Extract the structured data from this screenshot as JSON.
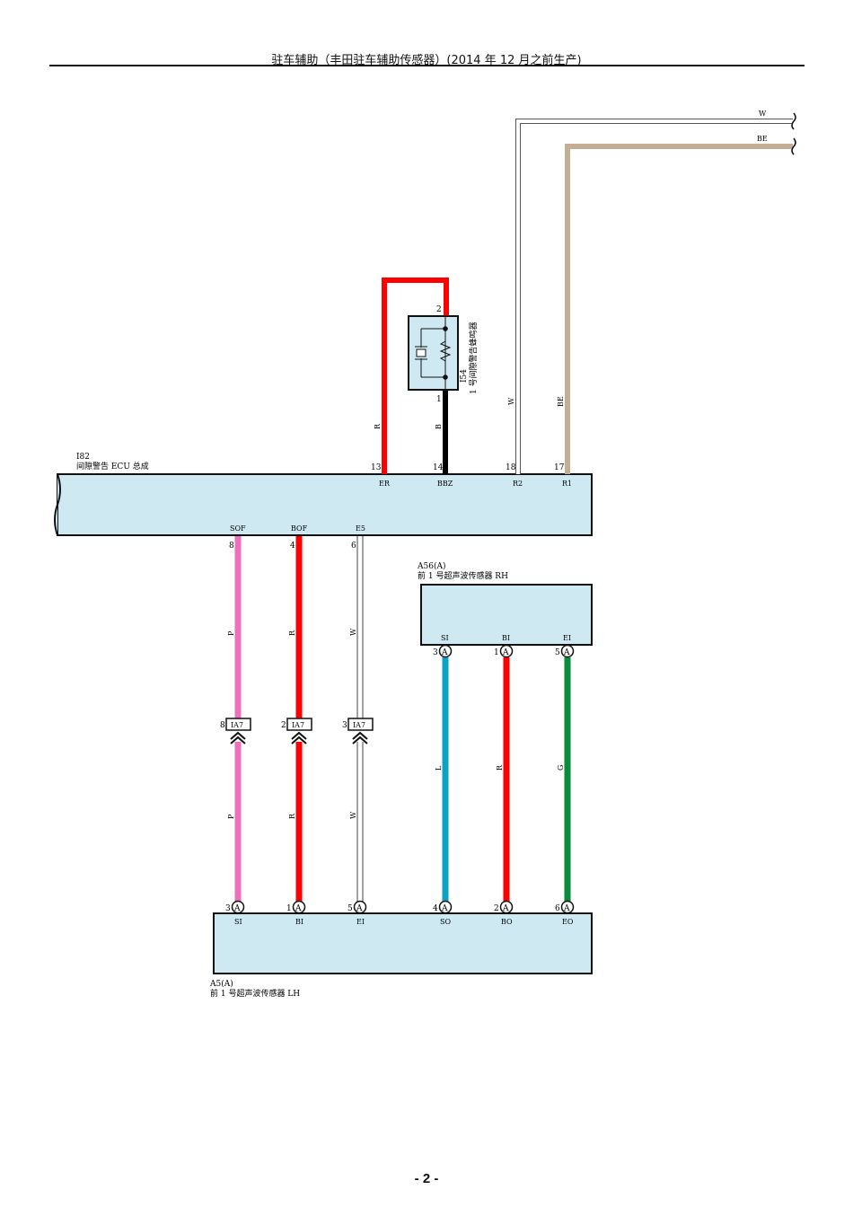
{
  "header": {
    "title": "驻车辅助（丰田驻车辅助传感器）(2014 年 12 月之前生产)"
  },
  "footer": {
    "page": "- 2 -"
  },
  "colors": {
    "R": "#ff0000",
    "B": "#000000",
    "W": "#ffffff",
    "BE": "#c4ae93",
    "P": "#ee6fbd",
    "L": "#0ea1c6",
    "G": "#0a8a3a",
    "box": "#cfe9f2"
  },
  "components": {
    "ecu": {
      "id": "I82",
      "name": "间隙警告 ECU 总成"
    },
    "buzzer": {
      "id": "I54",
      "name": "1 号间隙警告蜂鸣器",
      "pin_top": "2",
      "pin_bottom": "1"
    },
    "sensor_rh": {
      "id": "A56(A)",
      "name": "前 1 号超声波传感器 RH"
    },
    "sensor_lh": {
      "id": "A5(A)",
      "name": "前 1 号超声波传感器 LH"
    },
    "connector": {
      "id": "IA7"
    }
  },
  "ecu_top_pins": [
    {
      "pin": "13",
      "term": "ER",
      "wire": "R"
    },
    {
      "pin": "14",
      "term": "BBZ",
      "wire": "B"
    },
    {
      "pin": "18",
      "term": "R2",
      "wire": "W"
    },
    {
      "pin": "17",
      "term": "R1",
      "wire": "BE"
    }
  ],
  "ecu_bottom_pins": [
    {
      "pin": "8",
      "term": "SOF",
      "wire": "P",
      "ia7_pin": "8",
      "lh_pin": "3",
      "lh_term": "SI"
    },
    {
      "pin": "4",
      "term": "BOF",
      "wire": "R",
      "ia7_pin": "2",
      "lh_pin": "1",
      "lh_term": "BI"
    },
    {
      "pin": "6",
      "term": "E5",
      "wire": "W",
      "ia7_pin": "3",
      "lh_pin": "5",
      "lh_term": "EI"
    }
  ],
  "rh_pins": [
    {
      "pin": "3",
      "term": "SI",
      "wire": "L",
      "lh_pin": "4",
      "lh_term": "SO"
    },
    {
      "pin": "1",
      "term": "BI",
      "wire": "R",
      "lh_pin": "2",
      "lh_term": "BO"
    },
    {
      "pin": "5",
      "term": "EI",
      "wire": "G",
      "lh_pin": "6",
      "lh_term": "EO"
    }
  ],
  "offpage": [
    {
      "wire": "W"
    },
    {
      "wire": "BE"
    }
  ],
  "connector_letter": "A"
}
